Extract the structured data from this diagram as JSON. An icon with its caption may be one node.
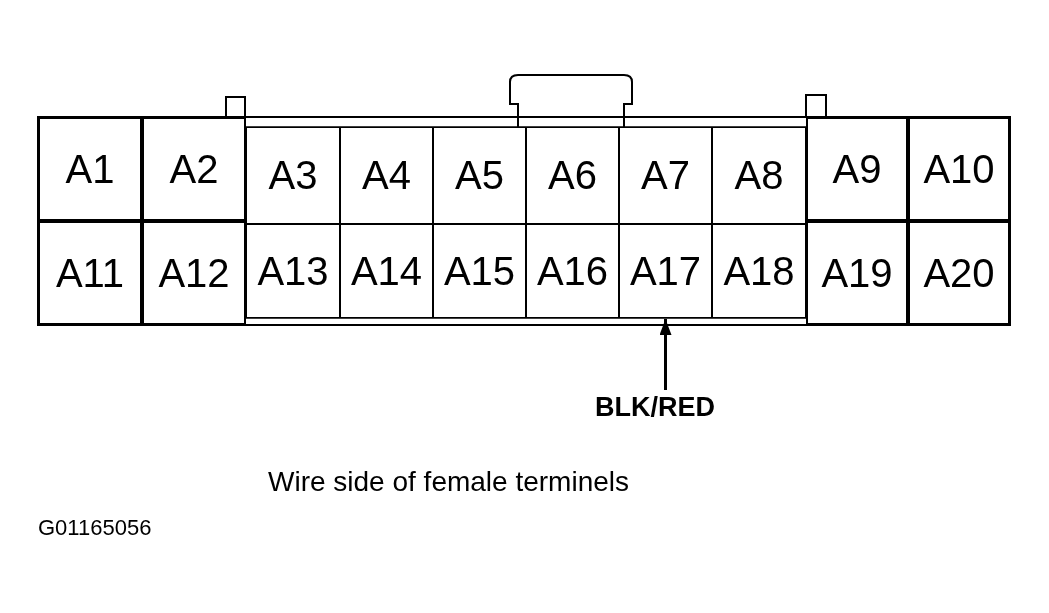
{
  "diagram": {
    "caption": "Wire side of female terminels",
    "nodes": [
      {
        "text": [
          "A1"
        ]
      },
      {
        "text": [
          "A2"
        ]
      },
      {
        "text": [
          "A3"
        ]
      },
      {
        "text": [
          "A4"
        ]
      },
      {
        "text": [
          "A5"
        ]
      },
      {
        "text": [
          "A6"
        ]
      },
      {
        "text": [
          "A7"
        ]
      },
      {
        "text": [
          "A8"
        ]
      },
      {
        "text": [
          "A9"
        ]
      },
      {
        "text": [
          "A10"
        ]
      },
      {
        "text": [
          "A11"
        ]
      },
      {
        "text": [
          "A12"
        ]
      },
      {
        "text": [
          "A13"
        ]
      },
      {
        "text": [
          "A14"
        ]
      },
      {
        "text": [
          "A15"
        ]
      },
      {
        "text": [
          "A16"
        ]
      },
      {
        "text": [
          "A17"
        ]
      },
      {
        "text": [
          "A18"
        ]
      },
      {
        "text": [
          "A19"
        ]
      },
      {
        "text": [
          "A20"
        ]
      },
      {
        "text": [
          "BLK/RED"
        ]
      }
    ],
    "edges": [
      {
        "from": 20,
        "to": 16,
        "arrow": "to"
      }
    ],
    "labels": [
      "G01165056"
    ]
  }
}
